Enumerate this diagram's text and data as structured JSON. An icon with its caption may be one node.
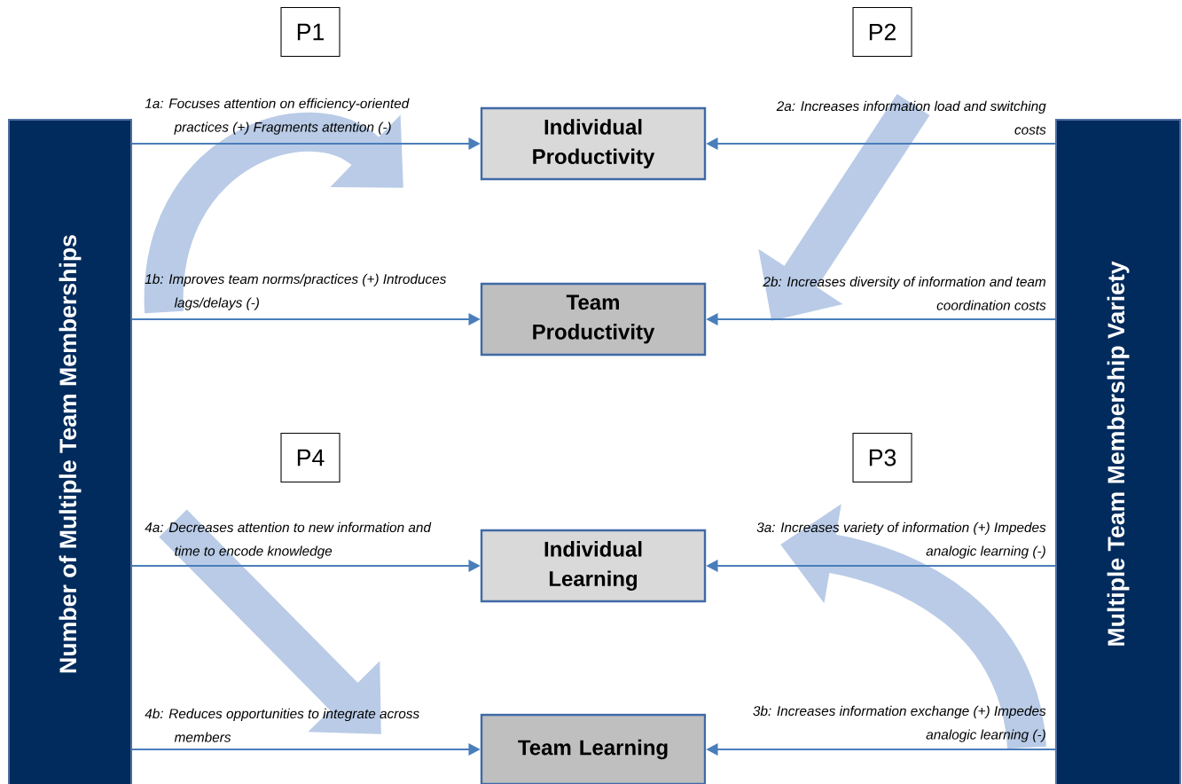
{
  "diagram": {
    "nodes": [
      {
        "text": [
          "P1"
        ]
      },
      {
        "text": [
          "P2"
        ]
      },
      {
        "text": [
          "Number of Multiple Team Memberships"
        ]
      },
      {
        "text": [
          "Multiple Team Membership Variety"
        ]
      },
      {
        "text": [
          "Individual Productivity"
        ]
      },
      {
        "text": [
          "Team Productivity"
        ]
      },
      {
        "text": [
          "P4"
        ]
      },
      {
        "text": [
          "P3"
        ]
      },
      {
        "text": [
          "Individual Learning"
        ]
      },
      {
        "text": [
          "Team Learning"
        ]
      }
    ],
    "edges": [
      {
        "from": 2,
        "to": 4,
        "arrow": "to",
        "label": "1a: Focuses attention on efficiency-oriented practices (+) Fragments attention (-)"
      },
      {
        "from": 2,
        "to": 5,
        "arrow": "to",
        "label": "1b: Improves team norms/practices (+) Introduces lags/delays (-)"
      },
      {
        "from": 3,
        "to": 4,
        "arrow": "to",
        "label": "2a: Increases information load and switching costs"
      },
      {
        "from": 3,
        "to": 5,
        "arrow": "to",
        "label": "2b: Increases diversity of information and team coordination costs"
      },
      {
        "from": 2,
        "to": 8,
        "arrow": "to",
        "label": "4a: Decreases attention to new information and time to encode knowledge"
      },
      {
        "from": 2,
        "to": 9,
        "arrow": "to",
        "label": "4b: Reduces opportunities to integrate across members"
      },
      {
        "from": 3,
        "to": 8,
        "arrow": "to",
        "label": "3a: Increases variety of information (+) Impedes analogic learning (-)"
      },
      {
        "from": 3,
        "to": 9,
        "arrow": "to",
        "label": "3b: Increases information exchange (+) Impedes analogic learning (-)"
      }
    ]
  }
}
